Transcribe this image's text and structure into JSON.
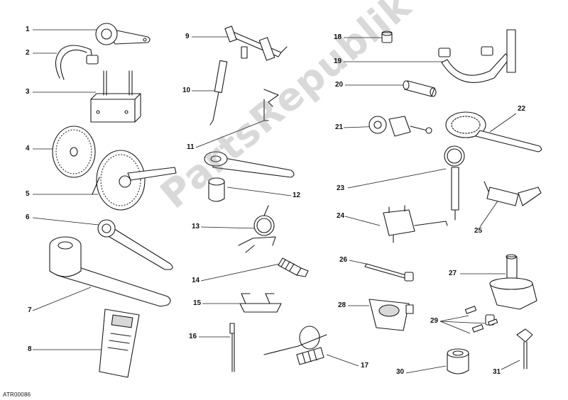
{
  "figure": {
    "code": "ATR00086",
    "watermark": "PartsRepublik",
    "callouts": [
      "1",
      "2",
      "3",
      "4",
      "5",
      "6",
      "7",
      "8",
      "9",
      "10",
      "11",
      "12",
      "13",
      "14",
      "15",
      "16",
      "17",
      "18",
      "19",
      "20",
      "21",
      "22",
      "23",
      "24",
      "25",
      "26",
      "27",
      "28",
      "29",
      "30",
      "31"
    ]
  },
  "colors": {
    "line": "#1a1a1a",
    "watermark": "#a0a0a0",
    "background": "#ffffff"
  }
}
